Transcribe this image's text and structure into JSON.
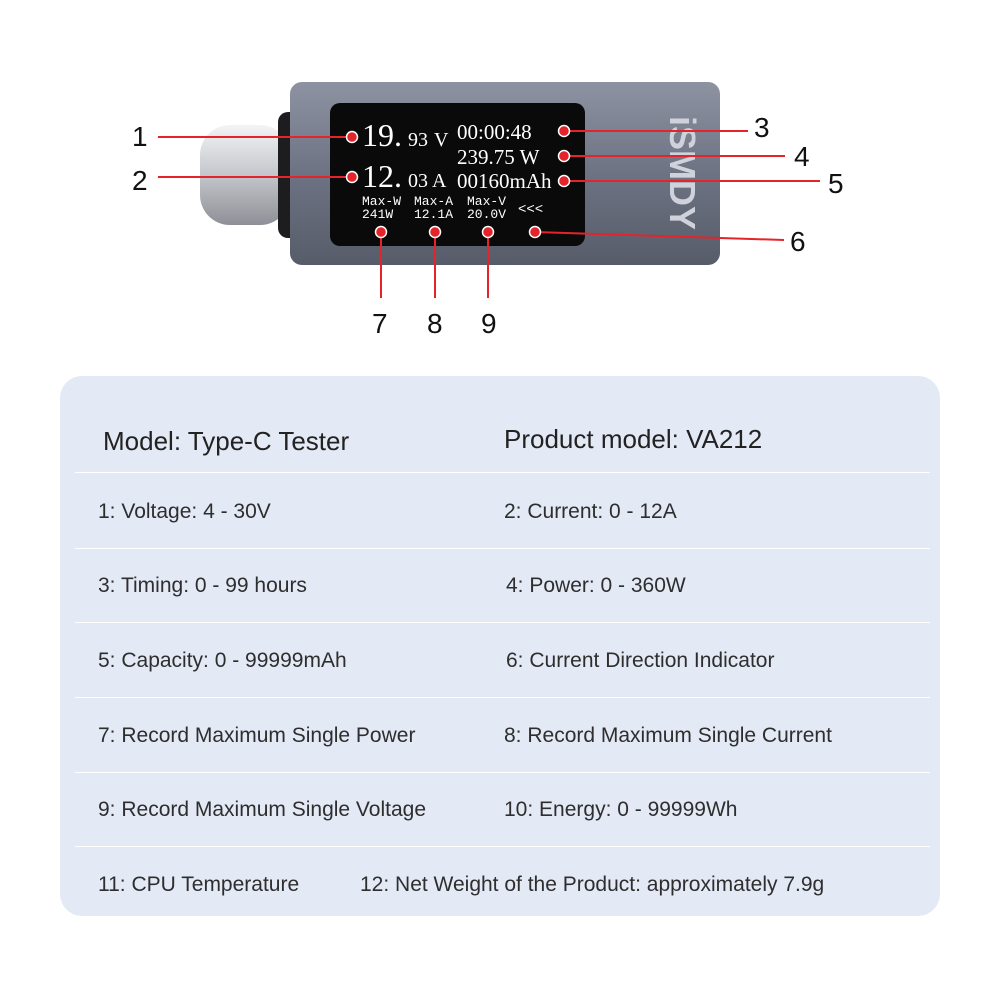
{
  "device": {
    "brand_text": "iSMDY",
    "display": {
      "voltage_main": "19.",
      "voltage_decimal": "93",
      "voltage_unit": "V",
      "current_main": "12.",
      "current_decimal": "03",
      "current_unit": "A",
      "timer": "00:00:48",
      "power": "239.75 W",
      "capacity": "00160mAh",
      "max_w_label": "Max-W",
      "max_a_label": "Max-A",
      "max_v_label": "Max-V",
      "max_w_value": "241W",
      "max_a_value": "12.1A",
      "max_v_value": "20.0V",
      "direction_indicator": "<<<"
    }
  },
  "callouts": [
    "1",
    "2",
    "3",
    "4",
    "5",
    "6",
    "7",
    "8",
    "9"
  ],
  "colors": {
    "callout_dot": "#e3242b",
    "card_background": "#e4e9f6",
    "device_body": "#6f7686"
  },
  "specs": {
    "model": "Model: Type-C Tester",
    "product_model": "Product model: VA212",
    "items": [
      "1: Voltage: 4 - 30V",
      "2: Current: 0 - 12A",
      "3: Timing: 0 - 99 hours",
      "4: Power: 0 - 360W",
      "5: Capacity: 0 - 99999mAh",
      "6: Current Direction Indicator",
      "7: Record Maximum Single Power",
      "8: Record Maximum Single Current",
      "9: Record Maximum Single Voltage",
      "10: Energy: 0 - 99999Wh",
      "11: CPU Temperature",
      "12: Net Weight of the Product: approximately 7.9g"
    ]
  }
}
